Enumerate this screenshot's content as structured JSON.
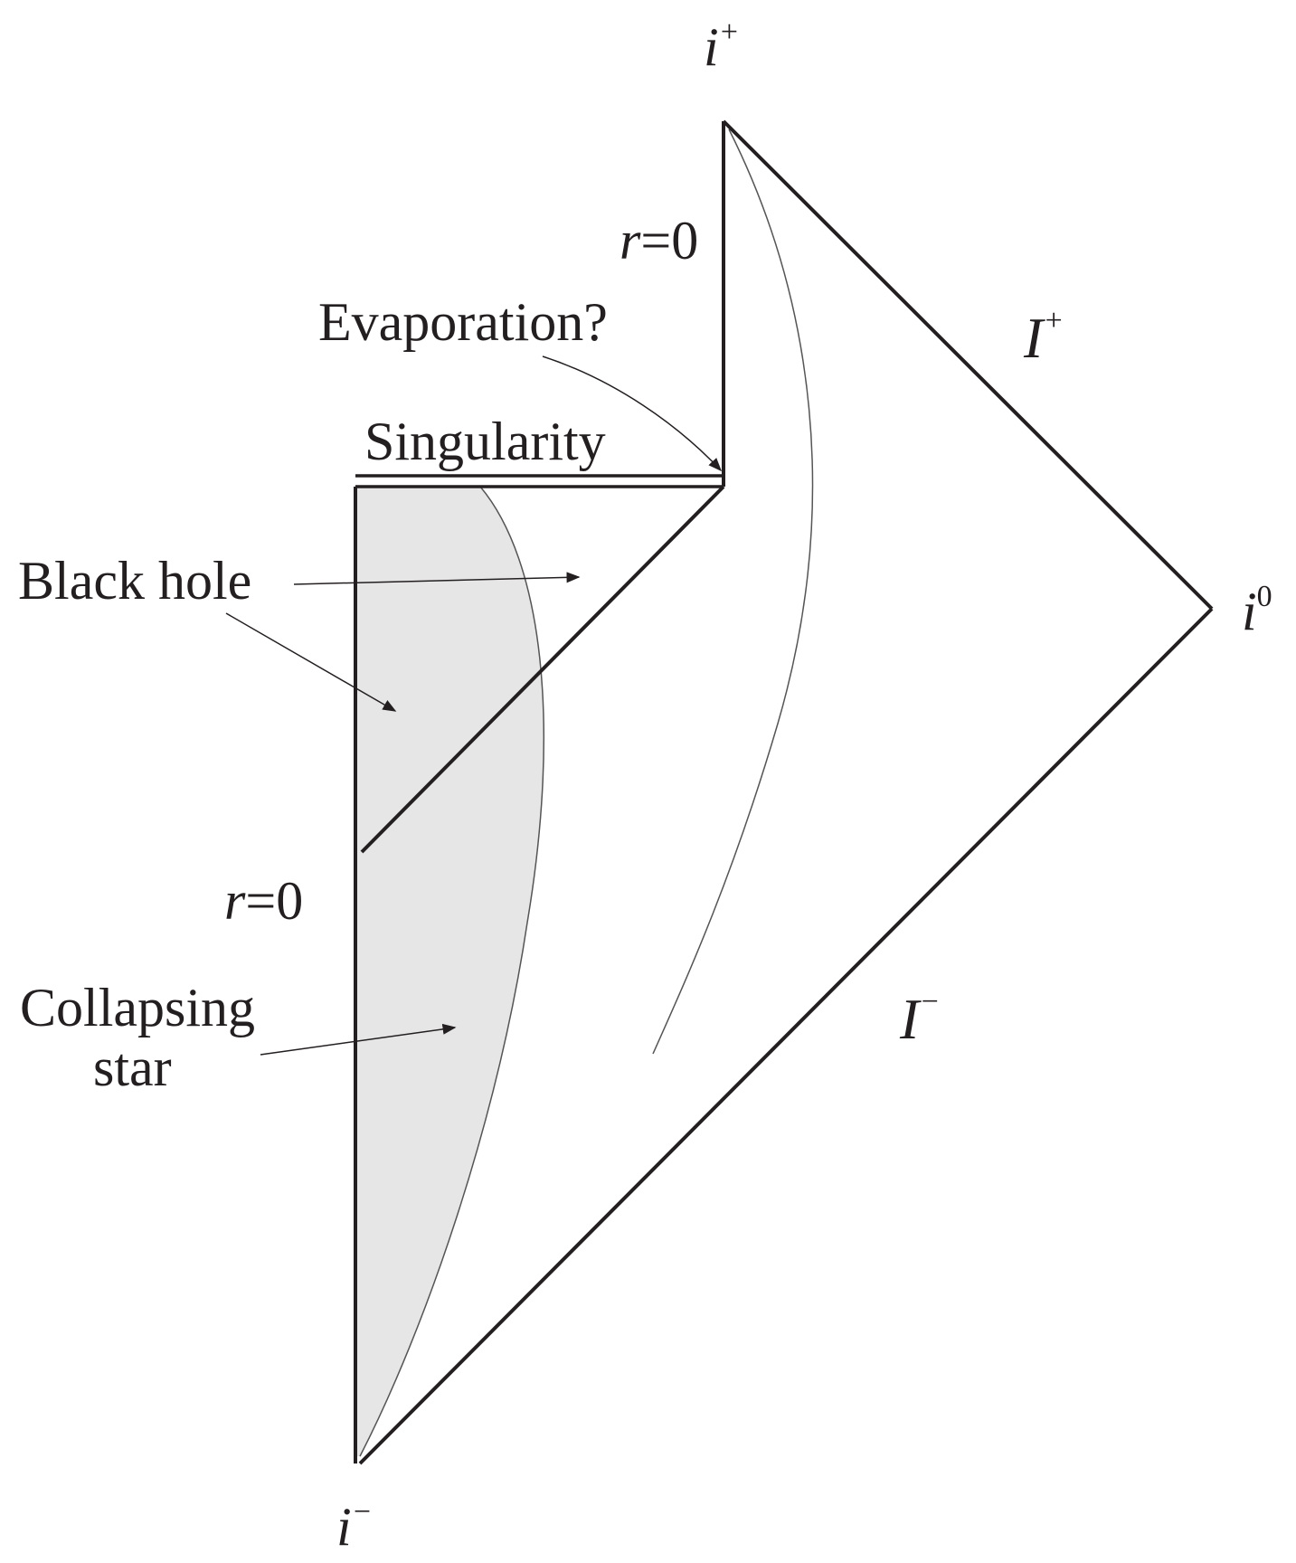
{
  "labels": {
    "i_plus": {
      "base": "i",
      "sup": "+"
    },
    "i_minus": {
      "base": "i",
      "sup": "−"
    },
    "i_zero": {
      "base": "i",
      "sup": "0"
    },
    "scri_plus": {
      "base": "I",
      "sup": "+"
    },
    "scri_minus": {
      "base": "I",
      "sup": "−"
    },
    "r_zero_top": {
      "var": "r",
      "rest": "=0"
    },
    "r_zero_bottom": {
      "var": "r",
      "rest": "=0"
    },
    "evaporation": "Evaporation?",
    "singularity": "Singularity",
    "black_hole": "Black hole",
    "collapsing_star_line1": "Collapsing",
    "collapsing_star_line2": "star"
  },
  "colors": {
    "line": "#231f20",
    "star_fill": "#e6e6e6",
    "background": "#ffffff"
  }
}
